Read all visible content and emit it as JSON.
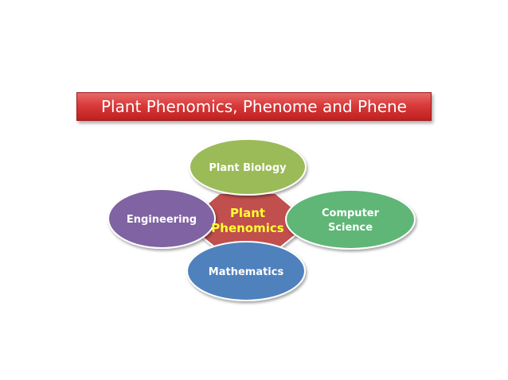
{
  "title": "Plant Phenomics, Phenome and Phene",
  "center": {
    "line1": "Plant",
    "line2": "Phenomics",
    "color": "#c0504d",
    "text_color": "#ffff33"
  },
  "nodes": {
    "top": {
      "label": "Plant Biology",
      "color": "#9bbb59"
    },
    "left": {
      "label": "Engineering",
      "color": "#8064a2"
    },
    "right": {
      "line1": "Computer",
      "line2": "Science",
      "color": "#5fb677"
    },
    "bottom": {
      "label": "Mathematics",
      "color": "#4f81bd"
    }
  },
  "colors": {
    "banner": "#d93a3a",
    "background": "#ffffff"
  }
}
